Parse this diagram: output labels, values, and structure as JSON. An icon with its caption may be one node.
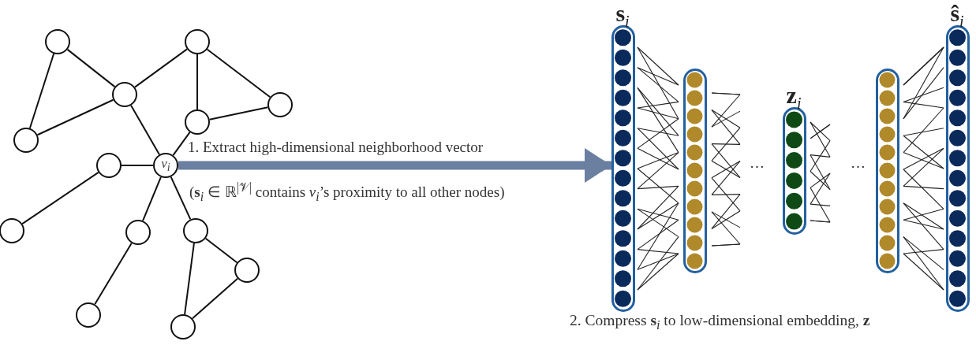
{
  "diagram": {
    "nodes": [
      {
        "text": [],
        "shape": "circle"
      },
      {
        "text": [],
        "shape": "circle"
      },
      {
        "text": [],
        "shape": "circle"
      },
      {
        "text": [],
        "shape": "circle"
      },
      {
        "text": [],
        "shape": "circle"
      },
      {
        "text": [],
        "shape": "circle"
      },
      {
        "text": [],
        "shape": "circle"
      },
      {
        "text": [
          "*v*$_{i}$"
        ]
      },
      {
        "text": [],
        "shape": "circle"
      },
      {
        "text": [],
        "shape": "circle"
      },
      {
        "text": [],
        "shape": "circle"
      },
      {
        "text": [],
        "shape": "circle"
      },
      {
        "text": [],
        "shape": "circle"
      },
      {
        "text": [],
        "shape": "circle"
      },
      {
        "text": [
          "**s**$_{i}$"
        ]
      },
      {
        "text": [],
        "shape": "bar"
      },
      {
        "text": [
          "**z**$_{i}$"
        ]
      },
      {
        "text": [],
        "shape": "bar"
      },
      {
        "text": [
          "**ŝ**$_{i}$"
        ]
      }
    ],
    "edges": [
      {
        "from": 0,
        "to": 2,
        "arrow": "none"
      },
      {
        "from": 0,
        "to": 5,
        "arrow": "none"
      },
      {
        "from": 2,
        "to": 5,
        "arrow": "none"
      },
      {
        "from": 2,
        "to": 1,
        "arrow": "none"
      },
      {
        "from": 1,
        "to": 4,
        "arrow": "none"
      },
      {
        "from": 1,
        "to": 3,
        "arrow": "none"
      },
      {
        "from": 4,
        "to": 3,
        "arrow": "none"
      },
      {
        "from": 2,
        "to": 7,
        "arrow": "none"
      },
      {
        "from": 4,
        "to": 7,
        "arrow": "none"
      },
      {
        "from": 6,
        "to": 7,
        "arrow": "none"
      },
      {
        "from": 6,
        "to": 8,
        "arrow": "none"
      },
      {
        "from": 7,
        "to": 9,
        "arrow": "none"
      },
      {
        "from": 7,
        "to": 10,
        "arrow": "none"
      },
      {
        "from": 9,
        "to": 12,
        "arrow": "none"
      },
      {
        "from": 10,
        "to": 11,
        "arrow": "none"
      },
      {
        "from": 10,
        "to": 13,
        "arrow": "none"
      },
      {
        "from": 11,
        "to": 13,
        "arrow": "none"
      },
      {
        "from": 7,
        "to": 14,
        "arrow": "to",
        "style": "thick",
        "color": "#6b7fa0"
      }
    ],
    "labels": [
      "1. Extract high-dimensional neighborhood vector",
      "(**s**$_{i}$ ∈ ℝ$^{|𝒱|}$ contains *v*$_{i}$’s proximity to all other nodes)",
      "…",
      "…",
      "2. Compress **s**$_{i}$ to low-dimensional embedding, **z**"
    ]
  }
}
